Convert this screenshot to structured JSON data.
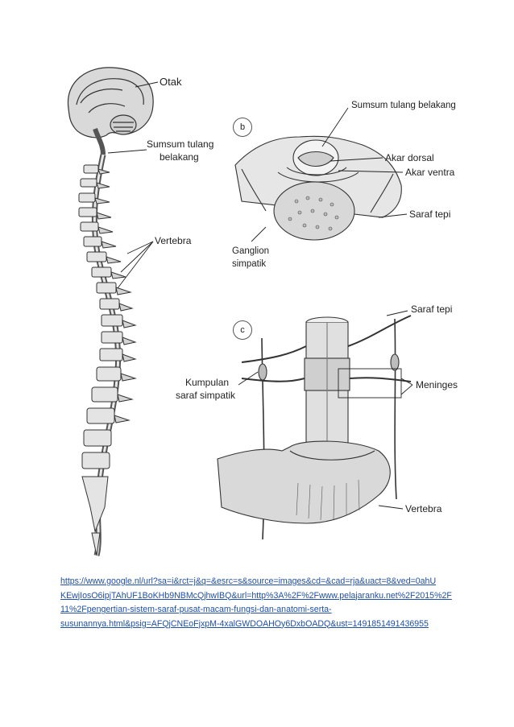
{
  "figure_a": {
    "labels": {
      "otak": "Otak",
      "sumsum_line1": "Sumsum tulang",
      "sumsum_line2": "belakang",
      "vertebra": "Vertebra"
    }
  },
  "figure_b": {
    "letter": "b",
    "labels": {
      "sumsum": "Sumsum tulang belakang",
      "akar_dorsal": "Akar dorsal",
      "akar_ventra": "Akar ventra",
      "saraf_tepi": "Saraf tepi",
      "ganglion_line1": "Ganglion",
      "ganglion_line2": "simpatik"
    }
  },
  "figure_c": {
    "letter": "c",
    "labels": {
      "saraf_tepi": "Saraf tepi",
      "kumpulan_line1": "Kumpulan",
      "kumpulan_line2": "saraf simpatik",
      "meninges": "Meninges",
      "vertebra": "Vertebra"
    }
  },
  "source_url": {
    "line1": "https://www.google.nl/url?sa=i&rct=j&q=&esrc=s&source=images&cd=&cad=rja&uact=8&ved=0ahU",
    "line2": "KEwjIosO6ipjTAhUF1BoKHb9NBMcQjhwIBQ&url=http%3A%2F%2Fwww.pelajaranku.net%2F2015%2F",
    "line3": "11%2Fpengertian-sistem-saraf-pusat-macam-fungsi-dan-anatomi-serta-",
    "line4": "susunannya.html&psig=AFQjCNEoFjxpM-4xalGWDOAHOy6DxbOADQ&ust=1491851491436955"
  }
}
